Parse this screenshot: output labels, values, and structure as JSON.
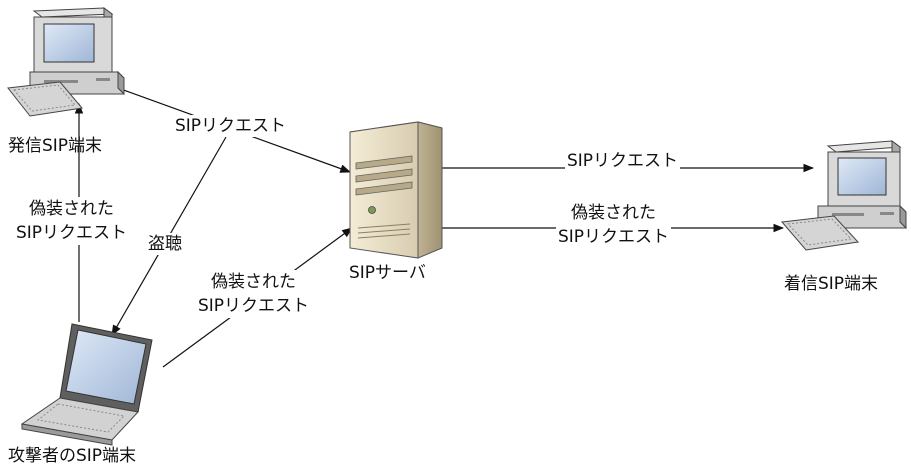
{
  "nodes": {
    "sender": "発信SIP端末",
    "server": "SIPサーバ",
    "receiver": "着信SIP端末",
    "attacker": "攻撃者のSIP端末"
  },
  "edges": {
    "sender_to_server": "SIPリクエスト",
    "server_to_receiver": "SIPリクエスト",
    "server_to_receiver_spoofed": [
      "偽装された",
      "SIPリクエスト"
    ],
    "attacker_to_server": [
      "偽装された",
      "SIPリクエスト"
    ],
    "attacker_to_sender": [
      "偽装された",
      "SIPリクエスト"
    ],
    "eavesdrop": "盗聴"
  }
}
